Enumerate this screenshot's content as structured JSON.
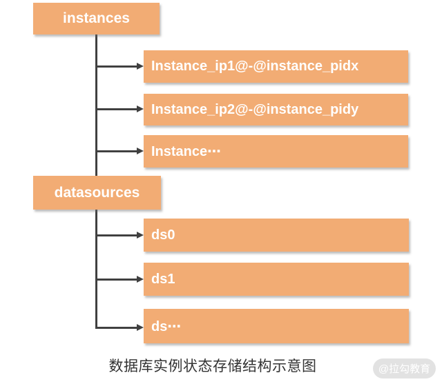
{
  "diagram": {
    "caption": "数据库实例状态存储结构示意图",
    "watermark": "@拉勾教育",
    "colors": {
      "node_fill": "#F2AC74",
      "node_text": "#FFFFFF",
      "connector": "#404040",
      "caption_color": "#333333",
      "watermark_bg": "#E2E2E2",
      "watermark_text": "#FFFFFF"
    },
    "tree": {
      "instances_root": {
        "label": "instances"
      },
      "instances_children": [
        {
          "label": "Instance_ip1@-@instance_pidx"
        },
        {
          "label": "Instance_ip2@-@instance_pidy"
        },
        {
          "label": "Instance⋯"
        }
      ],
      "datasources_root": {
        "label": "datasources"
      },
      "datasources_children": [
        {
          "label": "ds0"
        },
        {
          "label": "ds1"
        },
        {
          "label": "ds⋯"
        }
      ]
    }
  }
}
